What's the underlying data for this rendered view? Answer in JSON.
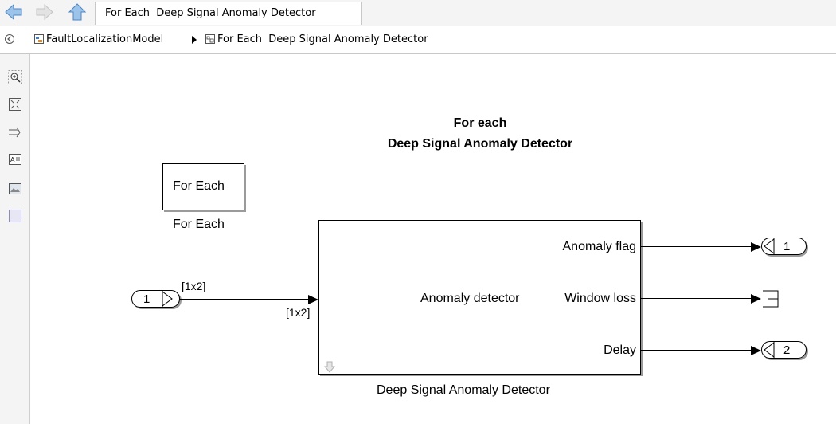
{
  "toolbar": {
    "back_icon": "back-arrow-icon",
    "forward_icon": "forward-arrow-icon",
    "up_icon": "up-arrow-icon",
    "tab_label": "For Each  Deep Signal Anomaly Detector"
  },
  "breadcrumb": {
    "items": [
      "FaultLocalizationModel",
      "For Each  Deep Signal Anomaly Detector"
    ]
  },
  "palette": {
    "items": [
      "hide-explorer-icon",
      "zoom-icon",
      "fit-view-icon",
      "signal-lines-icon",
      "annotation-icon",
      "image-icon",
      "area-icon"
    ]
  },
  "diagram": {
    "title_line1": "For each",
    "title_line2": "Deep Signal Anomaly Detector",
    "for_each_block": {
      "text": "For Each",
      "caption": "For Each"
    },
    "subsystem": {
      "name": "Deep Signal Anomaly Detector",
      "center_label": "Anomaly detector",
      "outputs": [
        "Anomaly flag",
        "Window loss",
        "Delay"
      ]
    },
    "inport": {
      "number": "1",
      "dim_label_out": "[1x2]",
      "dim_label_in": "[1x2]"
    },
    "outports": [
      {
        "number": "1"
      },
      {
        "number": "2"
      }
    ]
  },
  "colors": {
    "accent": "#3b7fd0",
    "chrome": "#f4f4f4",
    "shadow": "#9a9a9a"
  }
}
